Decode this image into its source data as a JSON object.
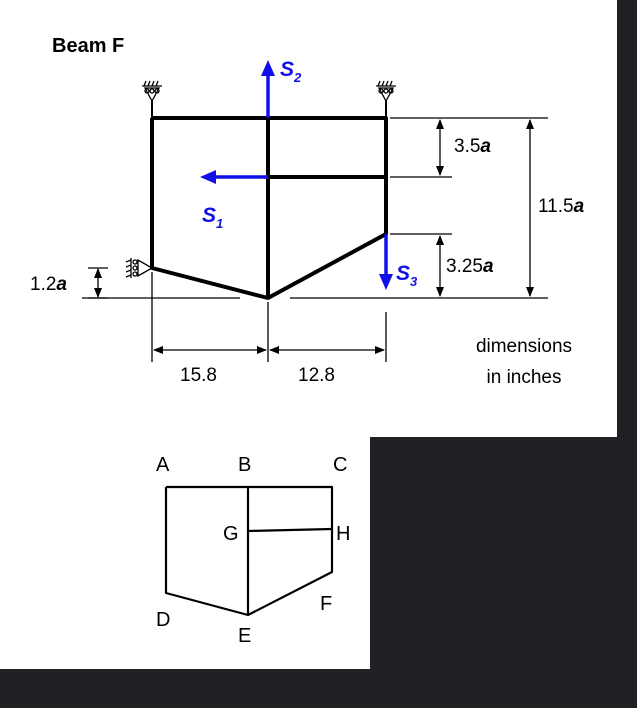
{
  "title": "Beam F",
  "colors": {
    "background": "#202124",
    "panel": "#ffffff",
    "line": "#000000",
    "force": "#1010e8"
  },
  "forces": {
    "s1": {
      "sym": "S",
      "sub": "1"
    },
    "s2": {
      "sym": "S",
      "sub": "2"
    },
    "s3": {
      "sym": "S",
      "sub": "3"
    }
  },
  "dimensions": {
    "d1": {
      "num": "3.5",
      "var": "a"
    },
    "d2": {
      "num": "11.5",
      "var": "a"
    },
    "d3": {
      "num": "3.25",
      "var": "a"
    },
    "d4": {
      "num": "1.2",
      "var": "a"
    },
    "h1": "15.8",
    "h2": "12.8"
  },
  "note": {
    "line1": "dimensions",
    "line2": "in inches"
  },
  "nodes": {
    "a": "A",
    "b": "B",
    "c": "C",
    "d": "D",
    "e": "E",
    "f": "F",
    "g": "G",
    "h": "H"
  }
}
